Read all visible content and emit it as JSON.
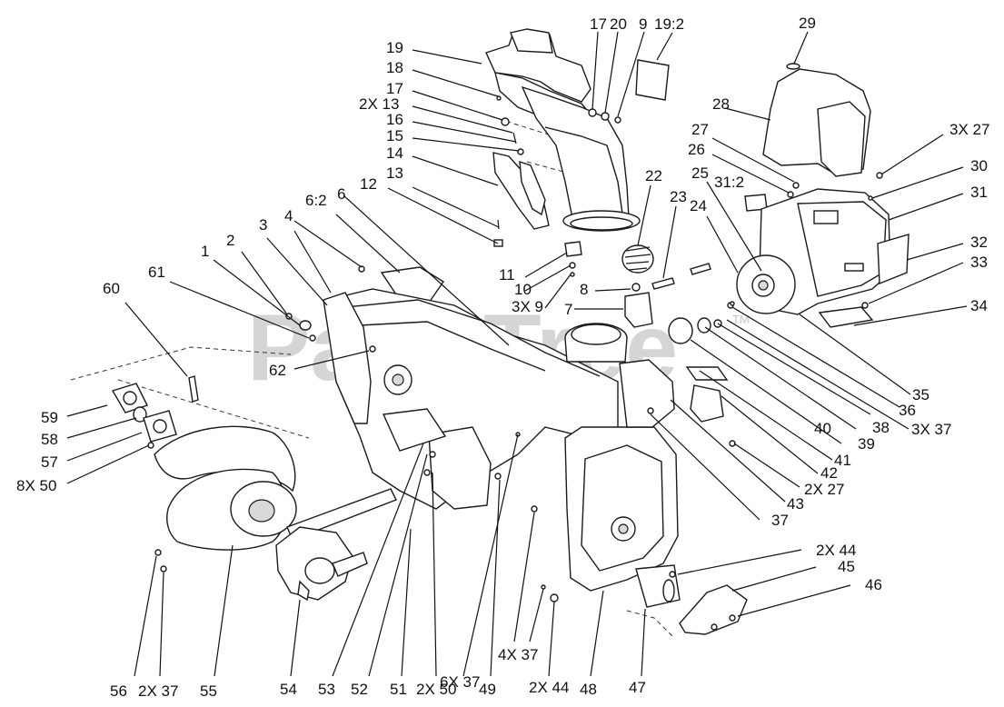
{
  "watermark": {
    "text": "PartsTree",
    "trademark": "TM"
  },
  "callouts": [
    {
      "id": "1",
      "text": "1"
    },
    {
      "id": "2",
      "text": "2"
    },
    {
      "id": "3",
      "text": "3"
    },
    {
      "id": "4",
      "text": "4"
    },
    {
      "id": "6-2",
      "text": "6:2"
    },
    {
      "id": "6",
      "text": "6"
    },
    {
      "id": "12",
      "text": "12"
    },
    {
      "id": "13a",
      "text": "13"
    },
    {
      "id": "14",
      "text": "14"
    },
    {
      "id": "15",
      "text": "15"
    },
    {
      "id": "16",
      "text": "16"
    },
    {
      "id": "2x13",
      "text": "2X 13"
    },
    {
      "id": "17a",
      "text": "17"
    },
    {
      "id": "18",
      "text": "18"
    },
    {
      "id": "19",
      "text": "19"
    },
    {
      "id": "17b",
      "text": "17"
    },
    {
      "id": "20",
      "text": "20"
    },
    {
      "id": "9",
      "text": "9"
    },
    {
      "id": "19-2",
      "text": "19:2"
    },
    {
      "id": "22",
      "text": "22"
    },
    {
      "id": "23",
      "text": "23"
    },
    {
      "id": "11",
      "text": "11"
    },
    {
      "id": "10",
      "text": "10"
    },
    {
      "id": "3x9",
      "text": "3X 9"
    },
    {
      "id": "8",
      "text": "8"
    },
    {
      "id": "7",
      "text": "7"
    },
    {
      "id": "29",
      "text": "29"
    },
    {
      "id": "28",
      "text": "28"
    },
    {
      "id": "27",
      "text": "27"
    },
    {
      "id": "26",
      "text": "26"
    },
    {
      "id": "25",
      "text": "25"
    },
    {
      "id": "31-2",
      "text": "31:2"
    },
    {
      "id": "24",
      "text": "24"
    },
    {
      "id": "3x27",
      "text": "3X 27"
    },
    {
      "id": "30",
      "text": "30"
    },
    {
      "id": "31",
      "text": "31"
    },
    {
      "id": "32",
      "text": "32"
    },
    {
      "id": "33",
      "text": "33"
    },
    {
      "id": "34",
      "text": "34"
    },
    {
      "id": "35",
      "text": "35"
    },
    {
      "id": "36",
      "text": "36"
    },
    {
      "id": "3x37",
      "text": "3X 37"
    },
    {
      "id": "38",
      "text": "38"
    },
    {
      "id": "39",
      "text": "39"
    },
    {
      "id": "40",
      "text": "40"
    },
    {
      "id": "41",
      "text": "41"
    },
    {
      "id": "42",
      "text": "42"
    },
    {
      "id": "2x27",
      "text": "2X 27"
    },
    {
      "id": "43",
      "text": "43"
    },
    {
      "id": "37",
      "text": "37"
    },
    {
      "id": "60",
      "text": "60"
    },
    {
      "id": "61",
      "text": "61"
    },
    {
      "id": "62",
      "text": "62"
    },
    {
      "id": "59",
      "text": "59"
    },
    {
      "id": "58",
      "text": "58"
    },
    {
      "id": "57",
      "text": "57"
    },
    {
      "id": "8x50",
      "text": "8X 50"
    },
    {
      "id": "2x44a",
      "text": "2X 44"
    },
    {
      "id": "45",
      "text": "45"
    },
    {
      "id": "46",
      "text": "46"
    },
    {
      "id": "56",
      "text": "56"
    },
    {
      "id": "2x37",
      "text": "2X 37"
    },
    {
      "id": "55",
      "text": "55"
    },
    {
      "id": "54",
      "text": "54"
    },
    {
      "id": "53",
      "text": "53"
    },
    {
      "id": "52",
      "text": "52"
    },
    {
      "id": "51",
      "text": "51"
    },
    {
      "id": "2x50",
      "text": "2X 50"
    },
    {
      "id": "6x37",
      "text": "6X 37"
    },
    {
      "id": "49",
      "text": "49"
    },
    {
      "id": "4x37",
      "text": "4X 37"
    },
    {
      "id": "2x44b",
      "text": "2X 44"
    },
    {
      "id": "48",
      "text": "48"
    },
    {
      "id": "47",
      "text": "47"
    }
  ]
}
